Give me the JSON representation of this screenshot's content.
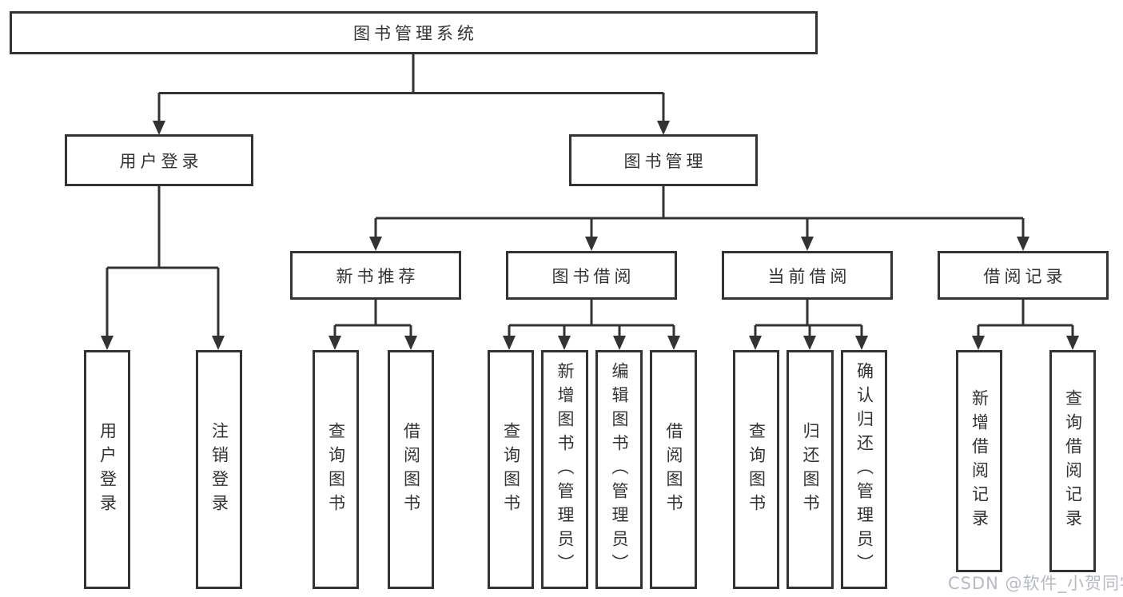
{
  "diagram_type": "hierarchy-tree",
  "tree": {
    "label": "图书管理系统",
    "children": [
      {
        "label": "用户登录",
        "children": [
          {
            "label": "用户登录"
          },
          {
            "label": "注销登录"
          }
        ]
      },
      {
        "label": "图书管理",
        "children": [
          {
            "label": "新书推荐",
            "children": [
              {
                "label": "查询图书"
              },
              {
                "label": "借阅图书"
              }
            ]
          },
          {
            "label": "图书借阅",
            "children": [
              {
                "label": "查询图书"
              },
              {
                "label": "新增图书（管理员）"
              },
              {
                "label": "编辑图书（管理员）"
              },
              {
                "label": "借阅图书"
              }
            ]
          },
          {
            "label": "当前借阅",
            "children": [
              {
                "label": "查询图书"
              },
              {
                "label": "归还图书"
              },
              {
                "label": "确认归还（管理员）"
              }
            ]
          },
          {
            "label": "借阅记录",
            "children": [
              {
                "label": "新增借阅记录"
              },
              {
                "label": "查询借阅记录"
              }
            ]
          }
        ]
      }
    ]
  },
  "watermark": {
    "text": "CSDN @软件_小贺同学"
  },
  "colors": {
    "line": "#333333",
    "box_border": "#333333",
    "text": "#333333",
    "watermark": "#b7bac0",
    "background": "#ffffff"
  }
}
